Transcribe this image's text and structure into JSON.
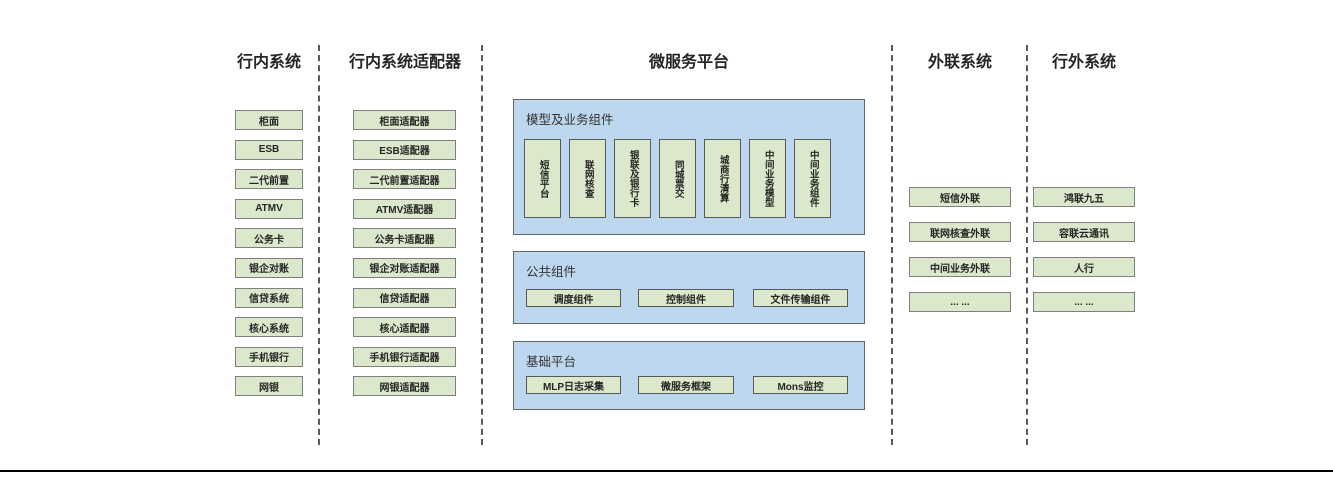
{
  "diagram": {
    "type": "architecture-diagram",
    "colors": {
      "box_fill": "#dbe8cb",
      "box_border": "#7f7f7f",
      "panel_fill": "#bdd7ee",
      "panel_border": "#666666",
      "divider": "#595959",
      "text": "#262626"
    }
  },
  "columns": [
    {
      "title": "行内系统",
      "boxes": [
        "柜面",
        "ESB",
        "二代前置",
        "ATMV",
        "公务卡",
        "银企对账",
        "信贷系统",
        "核心系统",
        "手机银行",
        "网银"
      ]
    },
    {
      "title": "行内系统适配器",
      "boxes": [
        "柜面适配器",
        "ESB适配器",
        "二代前置适配器",
        "ATMV适配器",
        "公务卡适配器",
        "银企对账适配器",
        "信贷适配器",
        "核心适配器",
        "手机银行适配器",
        "网银适配器"
      ]
    },
    {
      "title": "微服务平台",
      "panels": [
        {
          "label": "模型及业务组件",
          "boxes": [
            "短信平台",
            "联网核查",
            "银联及银行卡",
            "同城票交",
            "城商行清算",
            "中间业务模型",
            "中间业务组件"
          ]
        },
        {
          "label": "公共组件",
          "boxes": [
            "调度组件",
            "控制组件",
            "文件传输组件"
          ]
        },
        {
          "label": "基础平台",
          "boxes": [
            "MLP日志采集",
            "微服务框架",
            "Mons监控"
          ]
        }
      ]
    },
    {
      "title": "外联系统",
      "boxes": [
        "短信外联",
        "联网核查外联",
        "中间业务外联",
        "... ..."
      ]
    },
    {
      "title": "行外系统",
      "boxes": [
        "鸿联九五",
        "容联云通讯",
        "人行",
        "... ..."
      ]
    }
  ]
}
